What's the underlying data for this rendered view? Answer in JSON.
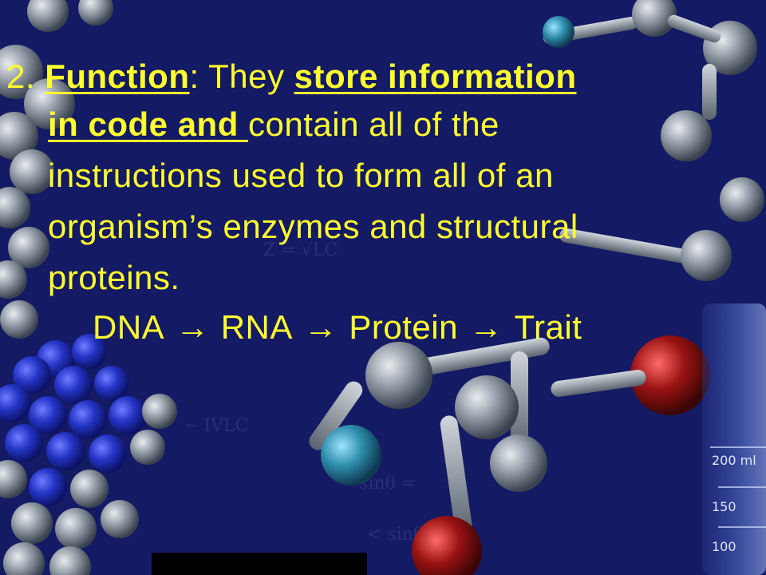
{
  "slide": {
    "number": "2.",
    "heading": "Function",
    "colon": ":",
    "text_they": " They ",
    "highlight_1": "store information",
    "highlight_2": "in code and ",
    "text_line2": "contain all of the",
    "text_line3": "instructions used to form all of an",
    "text_line4": "organism’s enzymes and structural",
    "text_line5": "proteins.",
    "flow": {
      "step1": "DNA",
      "step2": "RNA",
      "step3": "Protein",
      "step4": "Trait",
      "arrow_icon": "right-arrow-icon"
    }
  },
  "colors": {
    "background": "#141a63",
    "text": "#ffff2e",
    "atom_blue": "#1f2fb5",
    "atom_red": "#8a1010",
    "atom_cyan": "#2f8fae",
    "atom_gray": "#8f99a6"
  }
}
